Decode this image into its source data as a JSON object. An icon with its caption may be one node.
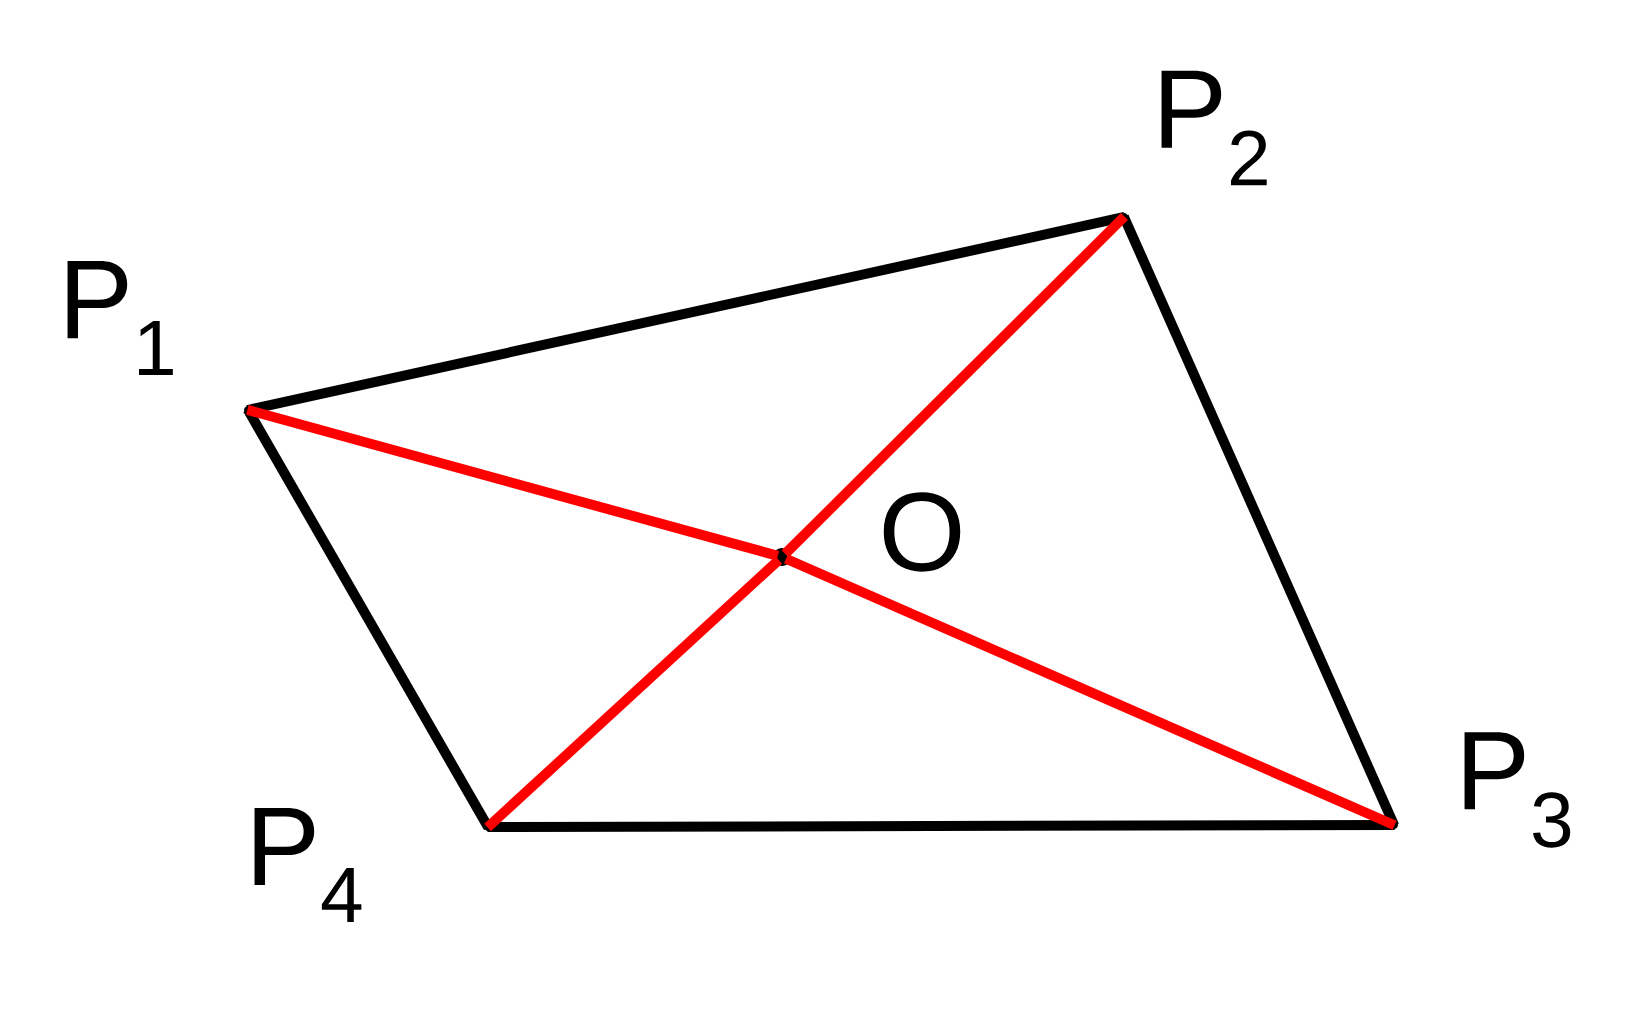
{
  "diagram": {
    "nodes": [
      {
        "text": [],
        "shape": "dot",
        "beside": [
          "P$_{1}$"
        ]
      },
      {
        "text": [],
        "shape": "dot",
        "beside": [
          "P$_{2}$"
        ]
      },
      {
        "text": [],
        "shape": "dot",
        "beside": [
          "P$_{3}$"
        ]
      },
      {
        "text": [],
        "shape": "dot",
        "beside": [
          "P$_{4}$"
        ]
      },
      {
        "text": [],
        "shape": "dot",
        "beside": [
          "O"
        ]
      }
    ],
    "edges": [
      {
        "from": 0,
        "to": 1,
        "arrow": "none"
      },
      {
        "from": 1,
        "to": 2,
        "arrow": "none"
      },
      {
        "from": 3,
        "to": 2,
        "arrow": "none"
      },
      {
        "from": 0,
        "to": 3,
        "arrow": "none"
      },
      {
        "from": 0,
        "to": 4,
        "arrow": "none",
        "color": "#ff0000"
      },
      {
        "from": 4,
        "to": 2,
        "arrow": "none",
        "color": "#ff0000"
      },
      {
        "from": 3,
        "to": 4,
        "arrow": "none",
        "color": "#ff0000"
      },
      {
        "from": 4,
        "to": 1,
        "arrow": "none",
        "color": "#ff0000"
      }
    ]
  }
}
